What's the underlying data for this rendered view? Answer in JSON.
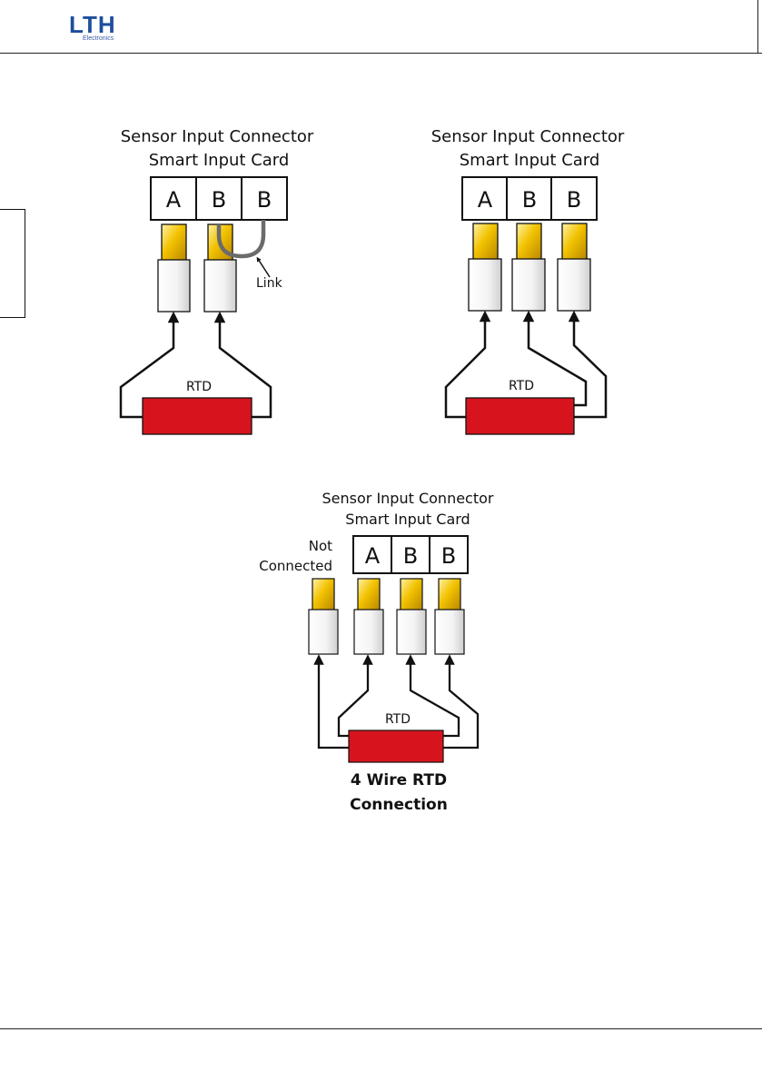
{
  "header": {
    "logo_text": "LTH",
    "logo_subtext": "Electronics"
  },
  "diagram_2wire": {
    "title_line1": "Sensor Input Connector",
    "title_line2": "Smart Input Card",
    "terminals": [
      "A",
      "B",
      "B"
    ],
    "link_label": "Link",
    "rtd_label": "RTD"
  },
  "diagram_3wire": {
    "title_line1": "Sensor Input Connector",
    "title_line2": "Smart Input Card",
    "terminals": [
      "A",
      "B",
      "B"
    ],
    "rtd_label": "RTD"
  },
  "diagram_4wire": {
    "title_line1": "Sensor Input Connector",
    "title_line2": "Smart Input Card",
    "terminals": [
      "A",
      "B",
      "B"
    ],
    "not_connected_line1": "Not",
    "not_connected_line2": "Connected",
    "rtd_label": "RTD",
    "caption_line1": "4 Wire RTD",
    "caption_line2": "Connection"
  },
  "colors": {
    "logo_blue": "#1f4e9c",
    "rtd_red": "#d7141e",
    "pin_gold": "#f2c200",
    "sleeve": "#f4f4f4",
    "link_gray": "#6b6b6b"
  }
}
